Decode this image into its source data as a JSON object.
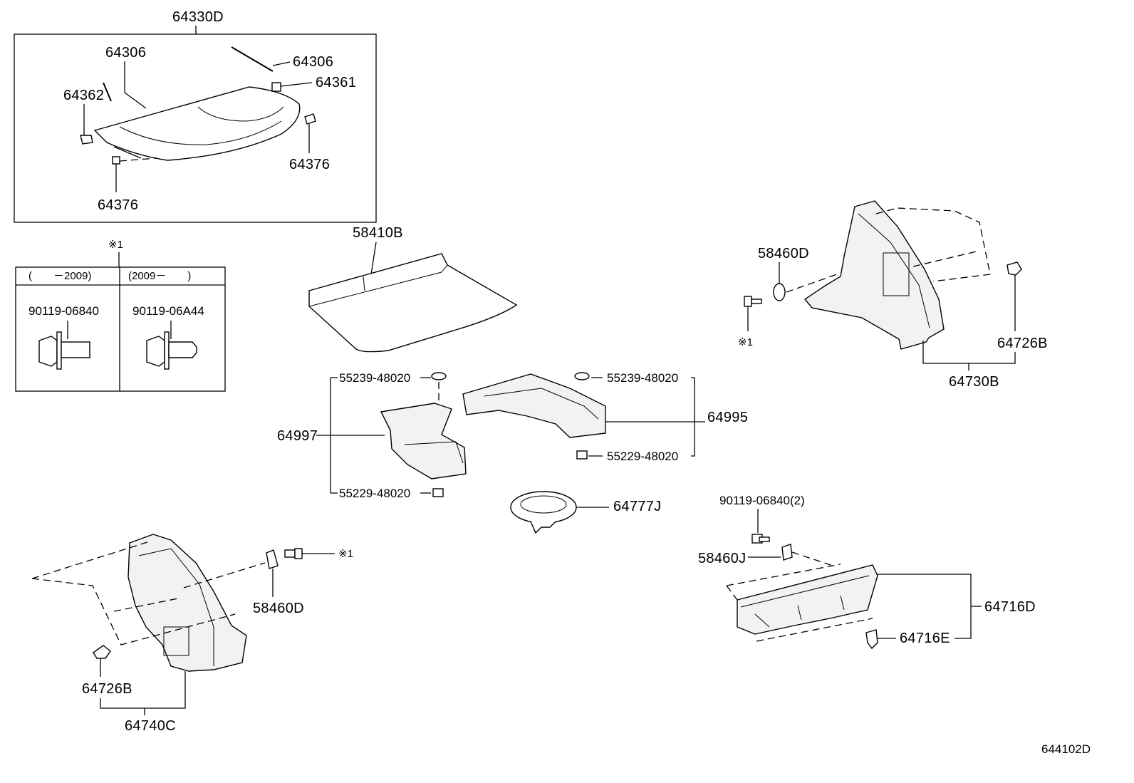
{
  "diagram_code": "644102D",
  "note_mark": "※1",
  "labels": {
    "tonneau_assembly": "64330D",
    "cover_left": "64306",
    "cover_right": "64306",
    "clip_64361": "64361",
    "clip_64362": "64362",
    "holder_right": "64376",
    "holder_bottom": "64376",
    "deck_board": "58410B",
    "bolt_left_58460d": "58460D",
    "right_trim": "64730B",
    "right_clip": "64726B",
    "box_left": "64997",
    "box_right": "64995",
    "plug_top_left": "55239-48020",
    "plug_bottom_left": "55229-48020",
    "plug_top_right": "55239-48020",
    "plug_bottom_right": "55229-48020",
    "tray": "64777J",
    "left_trim": "64740C",
    "left_clip": "64726B",
    "left_bolt": "58460D",
    "rear_bolt_qty": "90119-06840(2)",
    "rear_nut": "58460J",
    "rear_trim": "64716D",
    "rear_clip": "64716E"
  },
  "inset_table": {
    "header_left": "(　　－2009)",
    "header_right": "(2009－　　)",
    "part_left": "90119-06840",
    "part_right": "90119-06A44"
  }
}
